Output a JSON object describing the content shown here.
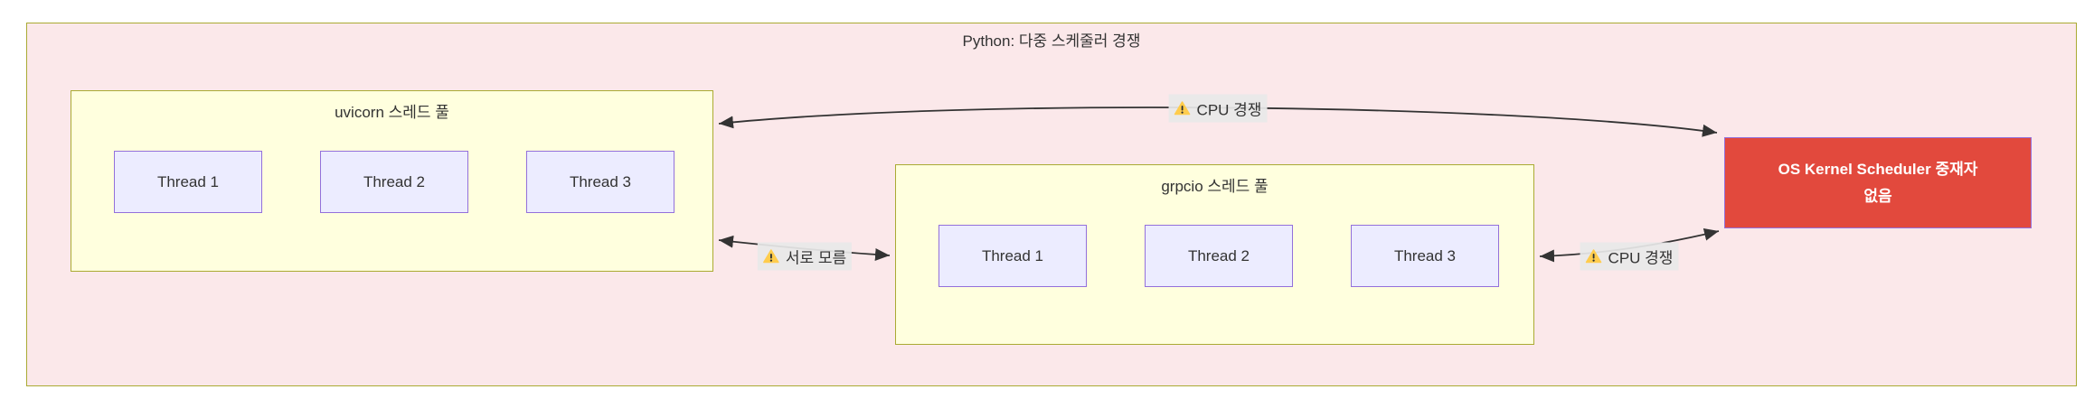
{
  "diagram": {
    "title": "Python: 다중 스케줄러 경쟁",
    "pools": [
      {
        "title": "uvicorn 스레드 풀",
        "threads": [
          "Thread 1",
          "Thread 2",
          "Thread 3"
        ]
      },
      {
        "title": "grpcio 스레드 풀",
        "threads": [
          "Thread 1",
          "Thread 2",
          "Thread 3"
        ]
      }
    ],
    "kernel_node": {
      "lines": [
        "OS Kernel Scheduler 중재자",
        "없음"
      ]
    },
    "edges": [
      {
        "label": "CPU 경쟁",
        "icon": "warning-icon",
        "between": [
          "uvicorn 스레드 풀",
          "OS Kernel Scheduler 중재자 없음"
        ],
        "direction": "bidirectional"
      },
      {
        "label": "서로 모름",
        "icon": "warning-icon",
        "between": [
          "uvicorn 스레드 풀",
          "grpcio 스레드 풀"
        ],
        "direction": "bidirectional"
      },
      {
        "label": "CPU 경쟁",
        "icon": "warning-icon",
        "between": [
          "grpcio 스레드 풀",
          "OS Kernel Scheduler 중재자 없음"
        ],
        "direction": "bidirectional"
      }
    ],
    "colors": {
      "outer_fill": "#fbe8ea",
      "outer_border": "#aaaa33",
      "pool_fill": "#ffffde",
      "pool_border": "#aaaa33",
      "thread_fill": "#ececff",
      "thread_border": "#9370db",
      "kernel_fill": "#e2493d",
      "kernel_border": "#9370db",
      "kernel_text": "#ffffff",
      "edge_line": "#333333",
      "edge_label_bg": "#e8e8e8",
      "text": "#333333",
      "warning_yellow": "#ffcc4d"
    }
  }
}
